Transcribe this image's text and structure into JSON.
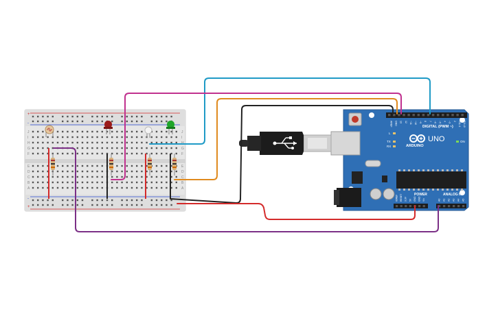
{
  "colors": {
    "background": "#ffffff",
    "breadboard": "#e9e9e9",
    "arduino_board": "#2f6fb5",
    "wire_cyan": "#1e9ac6",
    "wire_magenta": "#c0308e",
    "wire_orange": "#e08a1e",
    "wire_black": "#222222",
    "wire_red": "#d42a2a",
    "wire_purple": "#7b2f86",
    "led_red": "#9b1b1b",
    "led_green": "#1fa52b"
  },
  "breadboard": {
    "row_letters_top": [
      "J",
      "I",
      "H",
      "G",
      "F"
    ],
    "row_letters_bottom": [
      "E",
      "D",
      "C",
      "B",
      "A"
    ],
    "rail_plus": "+",
    "rail_minus": "-"
  },
  "arduino": {
    "brand": "ARDUINO",
    "model": "UNO",
    "digital_label": "DIGITAL (PWM ~)",
    "power_label": "POWER",
    "analog_label": "ANALOG IN",
    "on_label": "ON",
    "tx_label": "TX",
    "rx_label": "RX",
    "l_label": "L",
    "digital_pins": [
      "AREF",
      "GND",
      "13",
      "12",
      "~11",
      "~10",
      "~9",
      "8",
      "7",
      "~6",
      "~5",
      "4",
      "~3",
      "2",
      "TX▷1",
      "RX◁0"
    ],
    "power_pins": [
      "IOREF",
      "RESET",
      "3.3V",
      "5V",
      "GND",
      "GND",
      "Vin"
    ],
    "analog_pins": [
      "A0",
      "A1",
      "A2",
      "A3",
      "A4",
      "A5"
    ]
  },
  "components": [
    {
      "name": "photoresistor",
      "icon": "ldr-icon"
    },
    {
      "name": "led-red",
      "icon": "led-icon"
    },
    {
      "name": "led-white",
      "icon": "led-icon"
    },
    {
      "name": "led-green",
      "icon": "led-icon"
    },
    {
      "name": "resistor",
      "icon": "resistor-icon"
    },
    {
      "name": "usb-cable",
      "icon": "usb-icon"
    }
  ]
}
